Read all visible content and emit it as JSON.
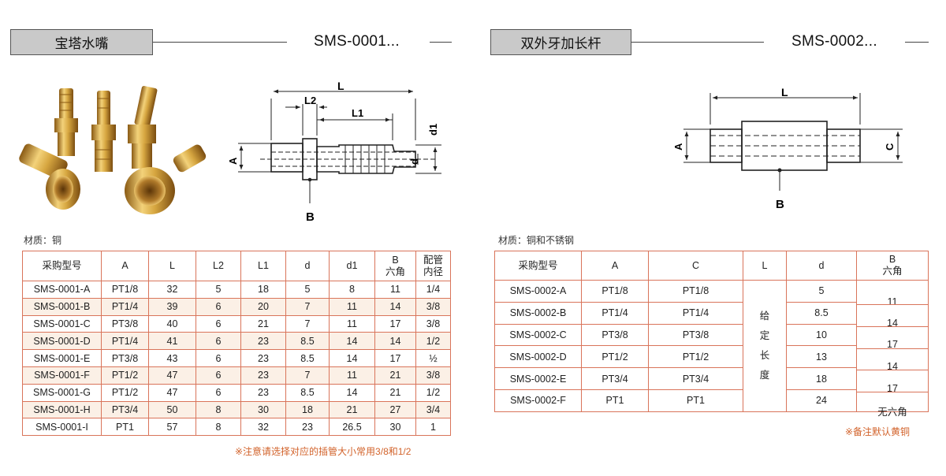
{
  "left": {
    "title": "宝塔水嘴",
    "code": "SMS-0001...",
    "material": "材质：铜",
    "diagram_labels": {
      "L": "L",
      "L2": "L2",
      "L1": "L1",
      "A": "A",
      "d": "d",
      "d1": "d1",
      "B": "B"
    },
    "table": {
      "headers": [
        "采购型号",
        "A",
        "L",
        "L2",
        "L1",
        "d",
        "d1",
        "B\n六角",
        "配管\n内径"
      ],
      "rows": [
        [
          "SMS-0001-A",
          "PT1/8",
          "32",
          "5",
          "18",
          "5",
          "8",
          "11",
          "1/4"
        ],
        [
          "SMS-0001-B",
          "PT1/4",
          "39",
          "6",
          "20",
          "7",
          "11",
          "14",
          "3/8"
        ],
        [
          "SMS-0001-C",
          "PT3/8",
          "40",
          "6",
          "21",
          "7",
          "11",
          "17",
          "3/8"
        ],
        [
          "SMS-0001-D",
          "PT1/4",
          "41",
          "6",
          "23",
          "8.5",
          "14",
          "14",
          "1/2"
        ],
        [
          "SMS-0001-E",
          "PT3/8",
          "43",
          "6",
          "23",
          "8.5",
          "14",
          "17",
          "½"
        ],
        [
          "SMS-0001-F",
          "PT1/2",
          "47",
          "6",
          "23",
          "7",
          "11",
          "21",
          "3/8"
        ],
        [
          "SMS-0001-G",
          "PT1/2",
          "47",
          "6",
          "23",
          "8.5",
          "14",
          "21",
          "1/2"
        ],
        [
          "SMS-0001-H",
          "PT3/4",
          "50",
          "8",
          "30",
          "18",
          "21",
          "27",
          "3/4"
        ],
        [
          "SMS-0001-I",
          "PT1",
          "57",
          "8",
          "32",
          "23",
          "26.5",
          "30",
          "1"
        ]
      ]
    },
    "note": "※注意请选择对应的插管大小常用3/8和1/2"
  },
  "right": {
    "title": "双外牙加长杆",
    "code": "SMS-0002...",
    "material": "材质：铜和不锈钢",
    "diagram_labels": {
      "L": "L",
      "A": "A",
      "C": "C",
      "B": "B"
    },
    "table": {
      "headers": [
        "采购型号",
        "A",
        "C",
        "L",
        "d",
        "B\n六角"
      ],
      "rows": [
        {
          "model": "SMS-0002-A",
          "a": "PT1/8",
          "c": "PT1/8",
          "d": "5"
        },
        {
          "model": "SMS-0002-B",
          "a": "PT1/4",
          "c": "PT1/4",
          "d": "8.5"
        },
        {
          "model": "SMS-0002-C",
          "a": "PT3/8",
          "c": "PT3/8",
          "d": "10"
        },
        {
          "model": "SMS-0002-D",
          "a": "PT1/2",
          "c": "PT1/2",
          "d": "13"
        },
        {
          "model": "SMS-0002-E",
          "a": "PT3/4",
          "c": "PT3/4",
          "d": "18"
        },
        {
          "model": "SMS-0002-F",
          "a": "PT1",
          "c": "PT1",
          "d": "24"
        }
      ],
      "l_merged": "给\n定\n长\n度",
      "b_values": [
        {
          "text": "11",
          "row": 0.6
        },
        {
          "text": "14",
          "row": 1.55
        },
        {
          "text": "17",
          "row": 2.55
        },
        {
          "text": "14",
          "row": 3.55
        },
        {
          "text": "17",
          "row": 4.55
        },
        {
          "text": "无六角",
          "row": 5.5
        }
      ]
    },
    "note": "※备注默认黄铜"
  }
}
